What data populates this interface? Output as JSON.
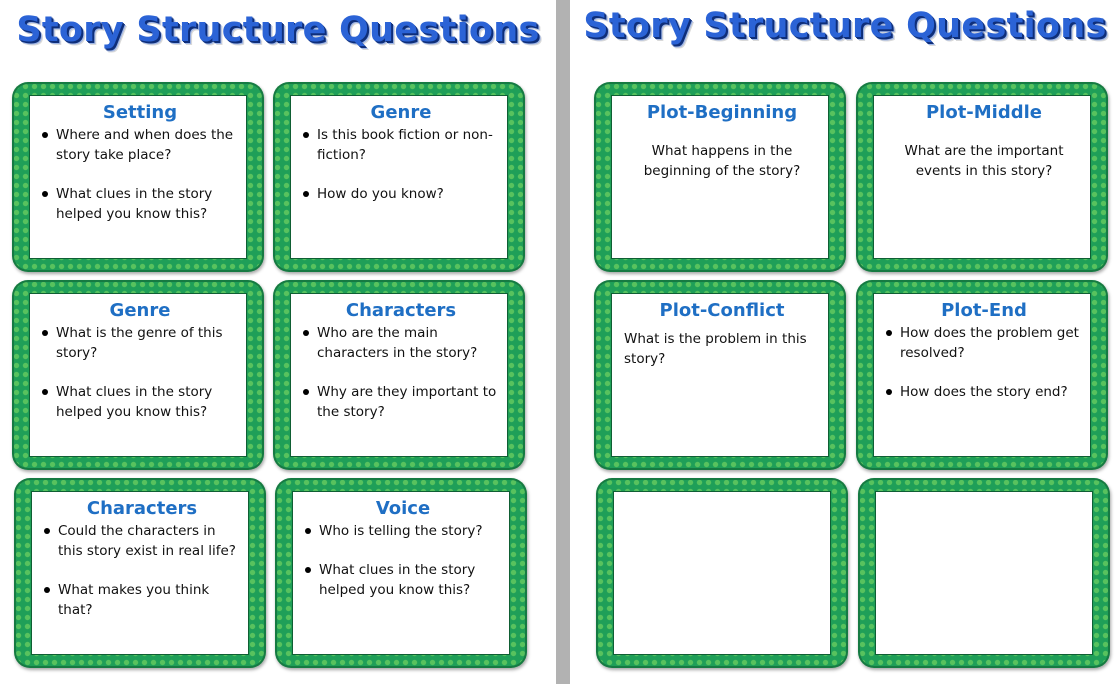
{
  "left_page": {
    "title": "Story Structure Questions",
    "cards": [
      {
        "title": "Setting",
        "bullets": [
          "Where and when does the story take place?",
          "What clues in the story helped you know this?"
        ]
      },
      {
        "title": "Genre",
        "bullets": [
          "Is this book fiction or non-fiction?",
          "How do you know?"
        ]
      },
      {
        "title": "Genre",
        "bullets": [
          "What is the genre of this story?",
          "What clues in the story helped you know this?"
        ]
      },
      {
        "title": "Characters",
        "bullets": [
          "Who are the main characters in the story?",
          "Why are they important to the story?"
        ]
      },
      {
        "title": "Characters",
        "bullets": [
          "Could the characters in this story exist in real life?",
          "What makes you think that?"
        ]
      },
      {
        "title": "Voice",
        "bullets": [
          "Who is telling the story?",
          "What clues in the story helped you know this?"
        ]
      }
    ]
  },
  "right_page": {
    "title": "Story Structure Questions",
    "cards": [
      {
        "title": "Plot-Beginning",
        "text": "What happens in the beginning of the story?"
      },
      {
        "title": "Plot-Middle",
        "text": "What are the important events in this story?"
      },
      {
        "title": "Plot-Conflict",
        "text": "What is the problem in this story?"
      },
      {
        "title": "Plot-End",
        "bullets": [
          "How does the problem get resolved?",
          "How does the story end?"
        ]
      },
      {
        "title": ""
      },
      {
        "title": ""
      }
    ]
  },
  "colors": {
    "title_blue": "#2b63d6",
    "card_title_blue": "#1f6fc4",
    "card_border_green": "#1f9f58",
    "card_dot_green": "#58c25e",
    "divider_gray": "#b2b2b2"
  }
}
